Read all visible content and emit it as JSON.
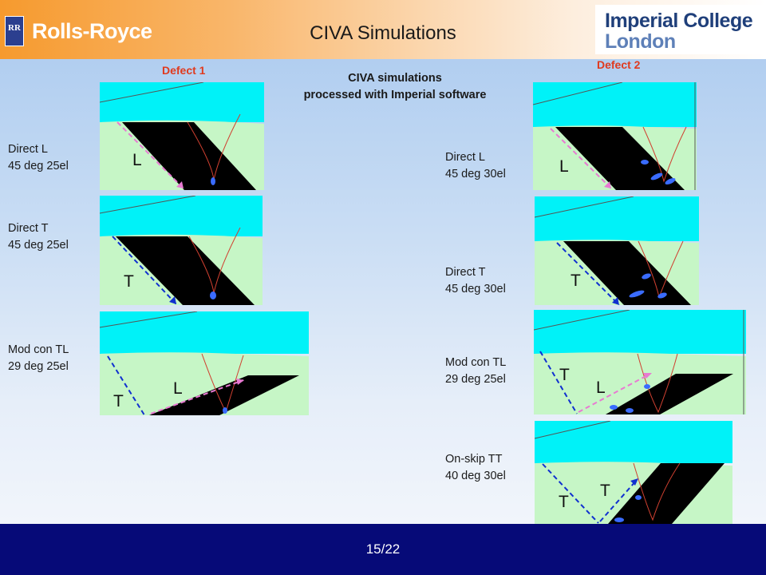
{
  "header": {
    "title": "CIVA Simulations",
    "left_logo_text": "Rolls-Royce",
    "left_logo_monogram": "RR",
    "right_logo_line1": "Imperial College",
    "right_logo_line2": "London"
  },
  "subtitle": {
    "line1": "CIVA simulations",
    "line2": "processed with Imperial software"
  },
  "defect1": {
    "heading": "Defect 1",
    "rows": [
      {
        "line1": "Direct L",
        "line2": "45 deg 25el",
        "mark1": "L",
        "mark2": ""
      },
      {
        "line1": "Direct T",
        "line2": "45 deg 25el",
        "mark1": "T",
        "mark2": ""
      },
      {
        "line1": "Mod con TL",
        "line2": "29 deg 25el",
        "mark1": "T",
        "mark2": "L"
      }
    ]
  },
  "defect2": {
    "heading": "Defect 2",
    "rows": [
      {
        "line1": "Direct L",
        "line2": "45 deg 30el",
        "mark1": "L",
        "mark2": ""
      },
      {
        "line1": "Direct T",
        "line2": "45 deg 30el",
        "mark1": "T",
        "mark2": ""
      },
      {
        "line1": "Mod con TL",
        "line2": "29 deg 25el",
        "mark1": "T",
        "mark2": "L"
      },
      {
        "line1": "On-skip TT",
        "line2": "40 deg 30el",
        "mark1": "T",
        "mark2": "T"
      }
    ]
  },
  "footer": {
    "page": "15/22"
  },
  "colors": {
    "water": "#00f2f8",
    "specimen": "#c6f6c6",
    "pink_ray": "#e87ad2",
    "blue_ray": "#1030d0",
    "heading_red": "#e03a1e"
  }
}
